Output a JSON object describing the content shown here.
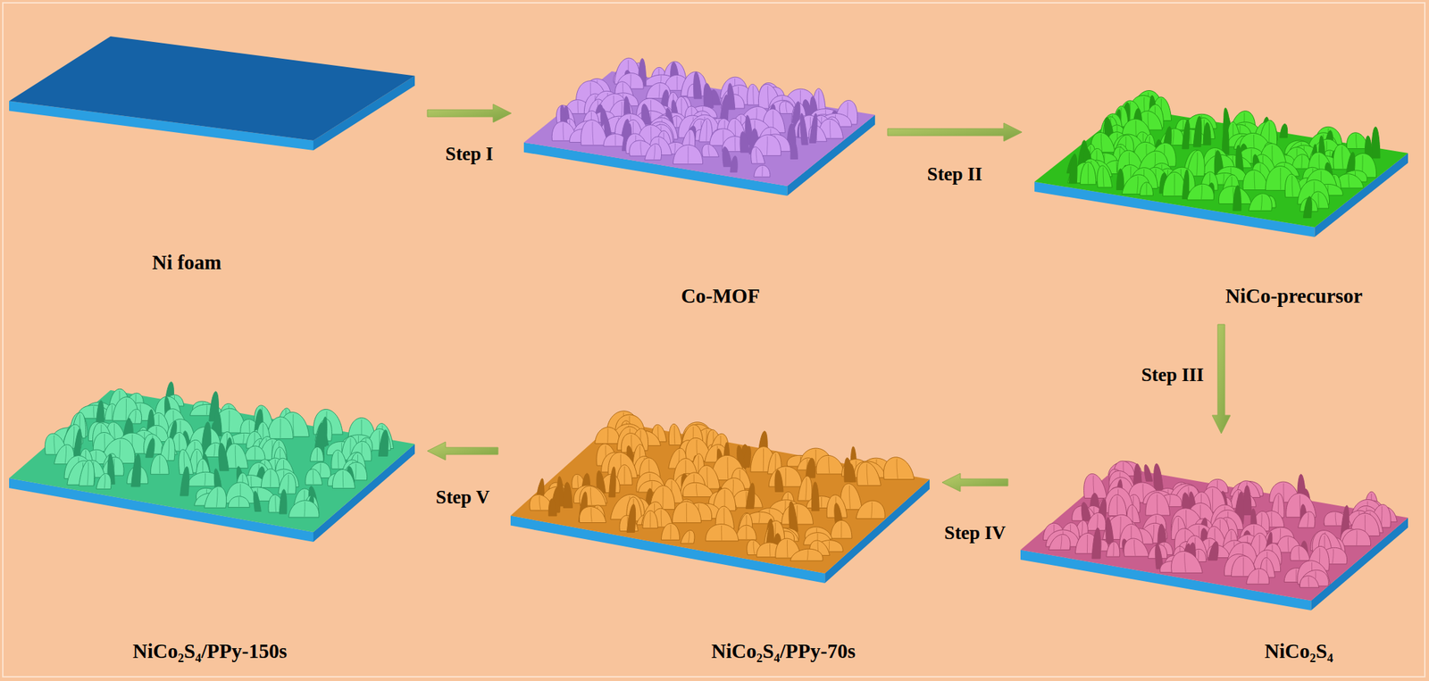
{
  "diagram": {
    "nodes": [
      {
        "text": [
          "Ni foam"
        ]
      },
      {
        "text": [
          "Co-MOF"
        ]
      },
      {
        "text": [
          "NiCo-precursor"
        ]
      },
      {
        "text": [
          "NiCo₂S₄"
        ]
      },
      {
        "text": [
          "NiCo₂S₄/PPy-70s"
        ]
      },
      {
        "text": [
          "NiCo₂S₄/PPy-150s"
        ]
      }
    ],
    "edges": [
      {
        "from": 0,
        "to": 1,
        "arrow": "to",
        "label": "Step I"
      },
      {
        "from": 1,
        "to": 2,
        "arrow": "to",
        "label": "Step II"
      },
      {
        "from": 2,
        "to": 3,
        "arrow": "to",
        "label": "Step III"
      },
      {
        "from": 3,
        "to": 4,
        "arrow": "to",
        "label": "Step IV"
      },
      {
        "from": 4,
        "to": 5,
        "arrow": "to",
        "label": "Step V"
      }
    ]
  }
}
